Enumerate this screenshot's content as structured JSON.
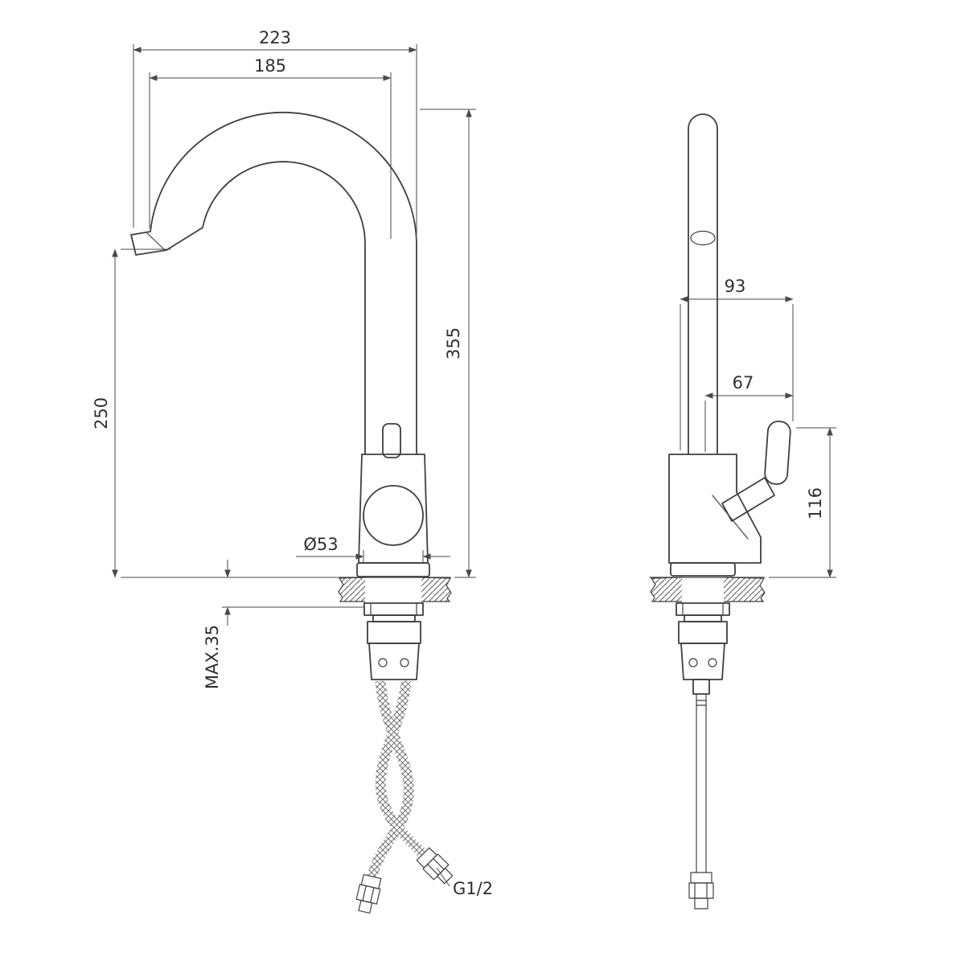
{
  "dims": {
    "front": {
      "total_width": "223",
      "spout_reach": "185",
      "total_height": "355",
      "spout_height": "250",
      "base_diameter": "Ø53",
      "max_thickness": "MAX.35",
      "thread_size": "G1/2"
    },
    "side": {
      "total_depth": "93",
      "handle_offset": "67",
      "handle_height": "116"
    }
  }
}
